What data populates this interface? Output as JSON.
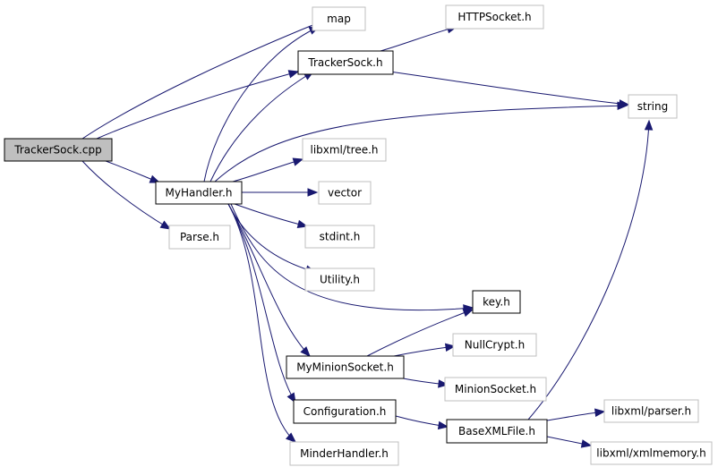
{
  "colors": {
    "edge": "#191970",
    "root_fill": "#bfbfbf",
    "root_border": "#000000",
    "documented_border": "#000000",
    "undocumented_border": "#bfbfbf",
    "node_fill": "#ffffff",
    "text": "#000000"
  },
  "nodes": [
    {
      "id": "trackersock_cpp",
      "label": "TrackerSock.cpp",
      "style": "root"
    },
    {
      "id": "map",
      "label": "map",
      "style": "undocumented"
    },
    {
      "id": "httpsocket_h",
      "label": "HTTPSocket.h",
      "style": "undocumented"
    },
    {
      "id": "trackersock_h",
      "label": "TrackerSock.h",
      "style": "documented"
    },
    {
      "id": "string",
      "label": "string",
      "style": "undocumented"
    },
    {
      "id": "libxml_tree_h",
      "label": "libxml/tree.h",
      "style": "undocumented"
    },
    {
      "id": "myhandler_h",
      "label": "MyHandler.h",
      "style": "documented"
    },
    {
      "id": "vector",
      "label": "vector",
      "style": "undocumented"
    },
    {
      "id": "stdint_h",
      "label": "stdint.h",
      "style": "undocumented"
    },
    {
      "id": "parse_h",
      "label": "Parse.h",
      "style": "undocumented"
    },
    {
      "id": "utility_h",
      "label": "Utility.h",
      "style": "undocumented"
    },
    {
      "id": "key_h",
      "label": "key.h",
      "style": "documented"
    },
    {
      "id": "nullcrypt_h",
      "label": "NullCrypt.h",
      "style": "undocumented"
    },
    {
      "id": "myminionsocket_h",
      "label": "MyMinionSocket.h",
      "style": "documented"
    },
    {
      "id": "minionsocket_h",
      "label": "MinionSocket.h",
      "style": "undocumented"
    },
    {
      "id": "configuration_h",
      "label": "Configuration.h",
      "style": "documented"
    },
    {
      "id": "libxml_parser_h",
      "label": "libxml/parser.h",
      "style": "undocumented"
    },
    {
      "id": "basexmlfile_h",
      "label": "BaseXMLFile.h",
      "style": "documented"
    },
    {
      "id": "libxml_xmlmemory_h",
      "label": "libxml/xmlmemory.h",
      "style": "undocumented"
    },
    {
      "id": "minderhandler_h",
      "label": "MinderHandler.h",
      "style": "undocumented"
    }
  ],
  "edges": [
    {
      "from": "trackersock_cpp",
      "to": "map"
    },
    {
      "from": "trackersock_cpp",
      "to": "trackersock_h"
    },
    {
      "from": "trackersock_cpp",
      "to": "myhandler_h"
    },
    {
      "from": "trackersock_cpp",
      "to": "parse_h"
    },
    {
      "from": "trackersock_h",
      "to": "httpsocket_h"
    },
    {
      "from": "trackersock_h",
      "to": "string"
    },
    {
      "from": "myhandler_h",
      "to": "map"
    },
    {
      "from": "myhandler_h",
      "to": "trackersock_h"
    },
    {
      "from": "myhandler_h",
      "to": "string"
    },
    {
      "from": "myhandler_h",
      "to": "libxml_tree_h"
    },
    {
      "from": "myhandler_h",
      "to": "vector"
    },
    {
      "from": "myhandler_h",
      "to": "stdint_h"
    },
    {
      "from": "myhandler_h",
      "to": "utility_h"
    },
    {
      "from": "myhandler_h",
      "to": "key_h"
    },
    {
      "from": "myhandler_h",
      "to": "myminionsocket_h"
    },
    {
      "from": "myhandler_h",
      "to": "configuration_h"
    },
    {
      "from": "myhandler_h",
      "to": "minderhandler_h"
    },
    {
      "from": "myminionsocket_h",
      "to": "key_h"
    },
    {
      "from": "myminionsocket_h",
      "to": "nullcrypt_h"
    },
    {
      "from": "myminionsocket_h",
      "to": "minionsocket_h"
    },
    {
      "from": "configuration_h",
      "to": "basexmlfile_h"
    },
    {
      "from": "basexmlfile_h",
      "to": "string"
    },
    {
      "from": "basexmlfile_h",
      "to": "libxml_parser_h"
    },
    {
      "from": "basexmlfile_h",
      "to": "libxml_xmlmemory_h"
    }
  ]
}
